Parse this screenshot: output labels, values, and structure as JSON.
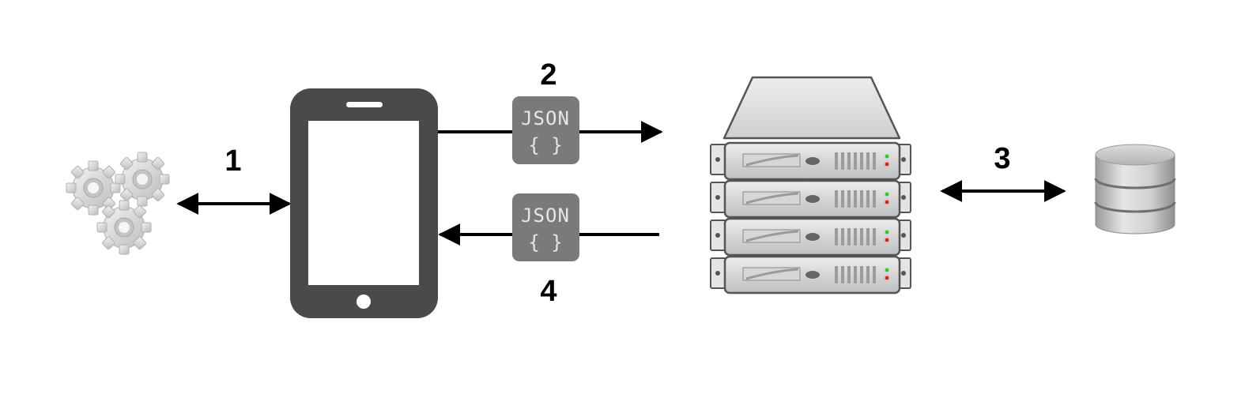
{
  "steps": {
    "step1": "1",
    "step2": "2",
    "step3": "3",
    "step4": "4"
  },
  "json_badges": {
    "request": {
      "text": "JSON",
      "braces": "{ }"
    },
    "response": {
      "text": "JSON",
      "braces": "{ }"
    }
  },
  "icons": {
    "gears": "gears-icon",
    "phone": "smartphone-icon",
    "server": "server-rack-icon",
    "database": "database-icon"
  },
  "colors": {
    "phone": "#4a4a4a",
    "badge": "#7a7a7a",
    "arrow": "#000000",
    "server_body": "#cfcfcf",
    "led_green": "#33cc33",
    "led_red": "#dd2222"
  }
}
